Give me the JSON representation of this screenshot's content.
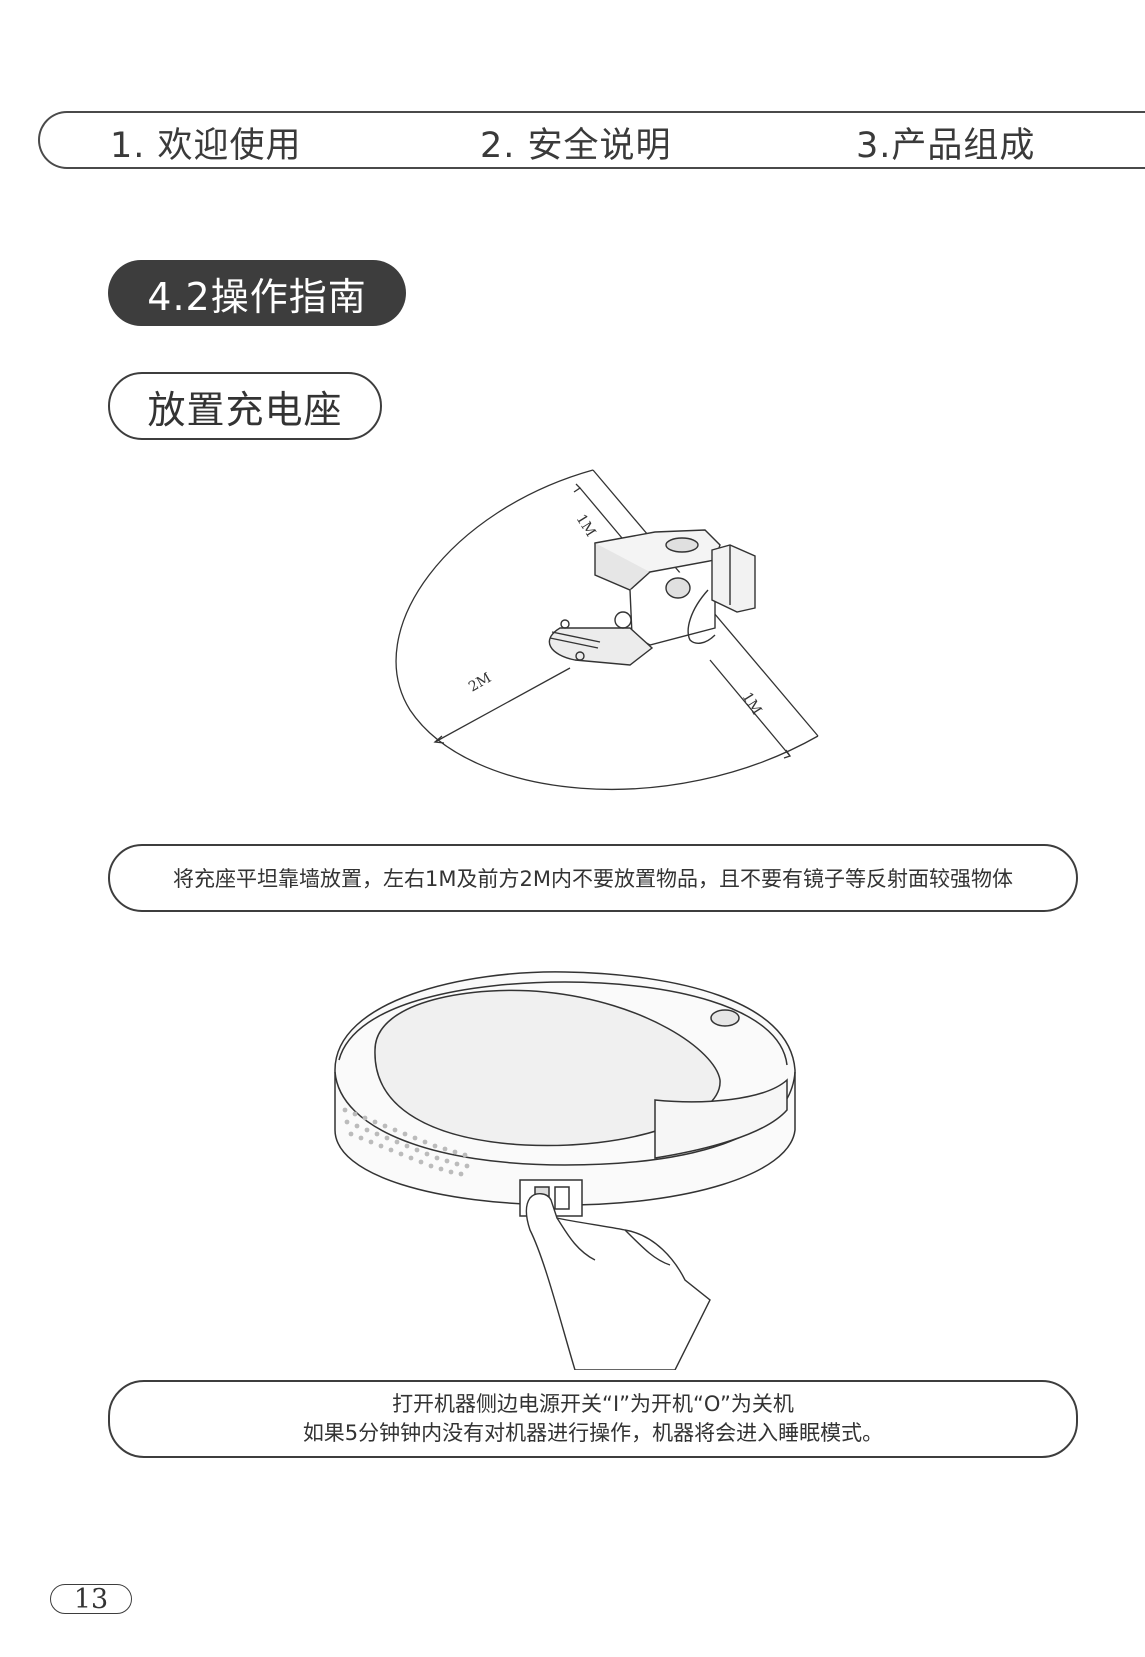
{
  "header": {
    "tabs": [
      {
        "label": "1. 欢迎使用"
      },
      {
        "label": "2. 安全说明"
      },
      {
        "label": "3.产品组成"
      }
    ]
  },
  "section": {
    "title": "4.2操作指南"
  },
  "subsection": {
    "title": "放置充电座"
  },
  "figure1": {
    "labels": {
      "top_distance": "1M",
      "front_distance": "2M",
      "side_distance": "1M"
    },
    "caption": "将充座平坦靠墙放置，左右1M及前方2M内不要放置物品，且不要有镜子等反射面较强物体"
  },
  "figure2": {
    "caption_line1": "打开机器侧边电源开关“I”为开机“O”为关机",
    "caption_line2": "如果5分钟钟内没有对机器进行操作，机器将会进入睡眠模式。"
  },
  "page": {
    "number": "13"
  }
}
